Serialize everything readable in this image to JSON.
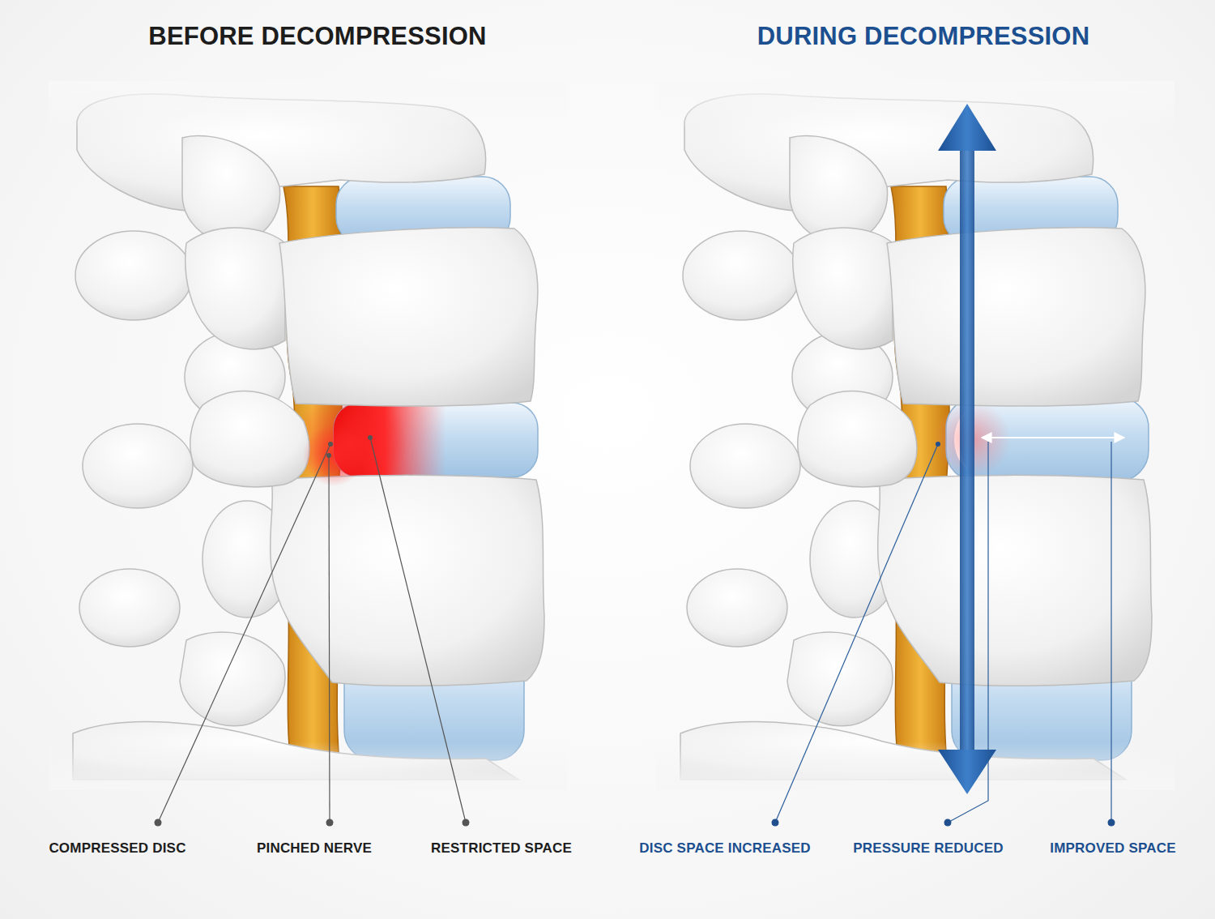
{
  "diagram": {
    "labels": [
      "BEFORE DECOMPRESSION",
      "DURING DECOMPRESSION",
      "COMPRESSED DISC",
      "PINCHED NERVE",
      "RESTRICTED SPACE",
      "DISC SPACE INCREASED",
      "PRESSURE REDUCED",
      "IMPROVED SPACE"
    ]
  }
}
